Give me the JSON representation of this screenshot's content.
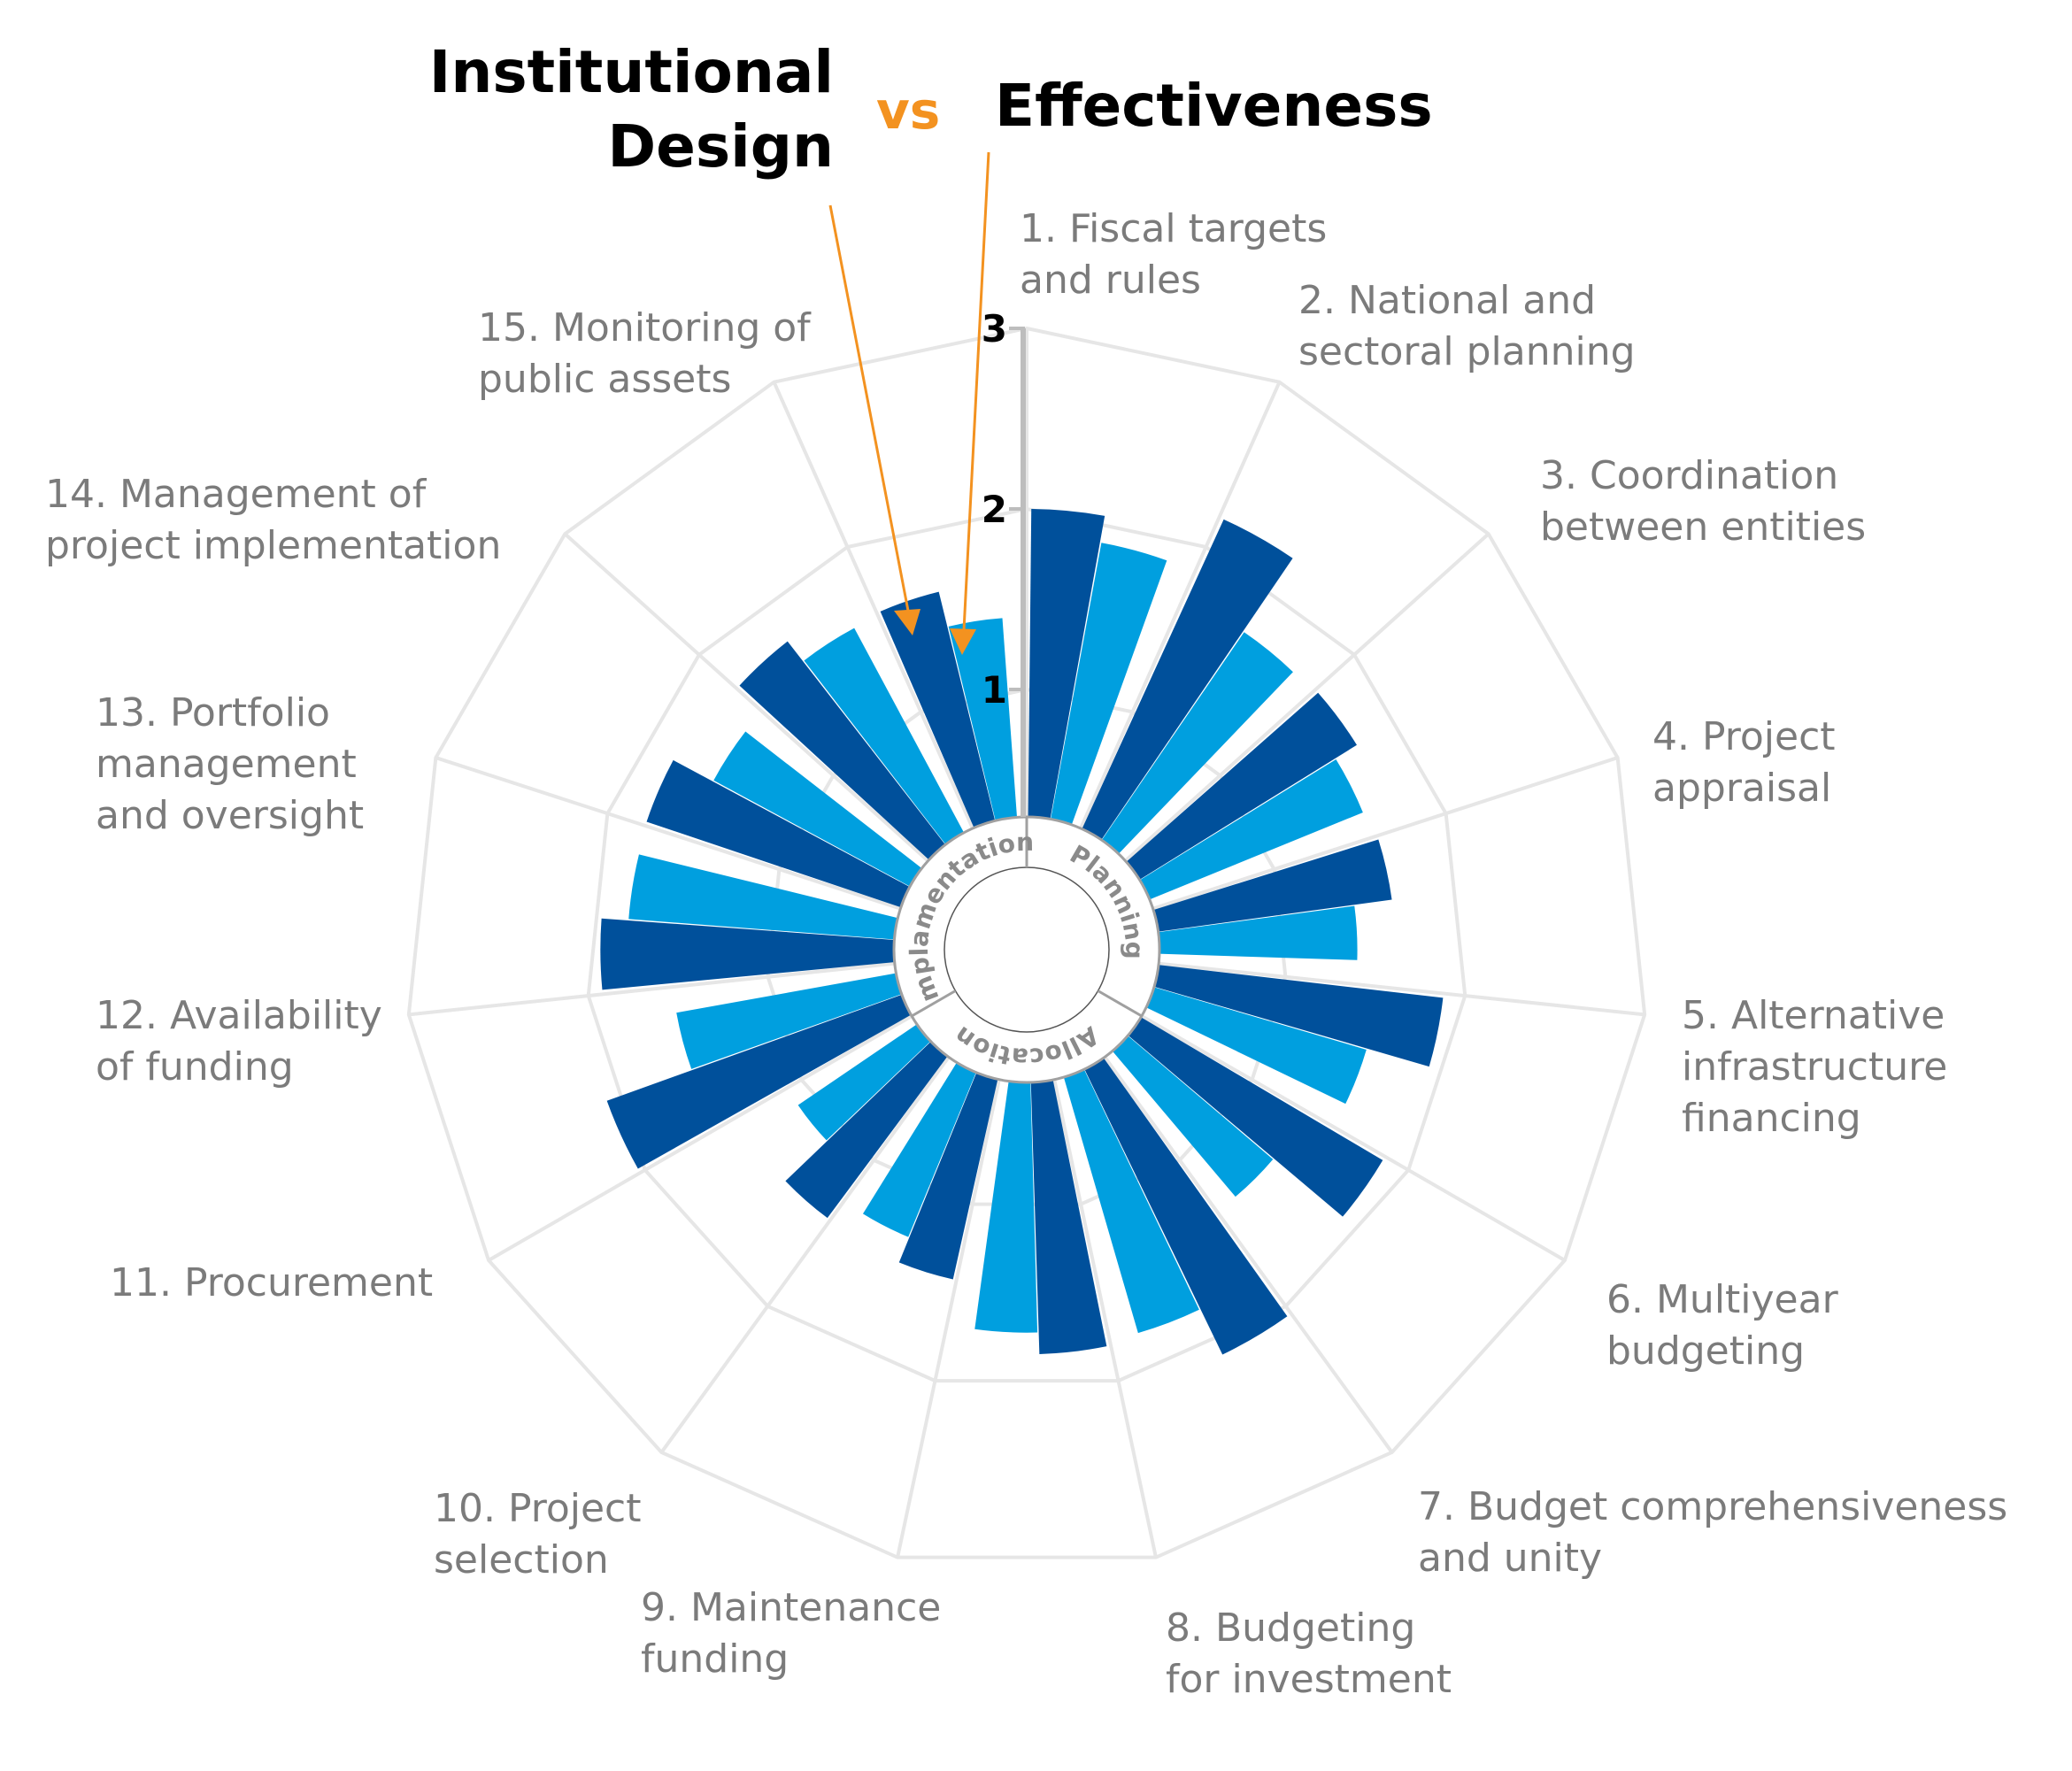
{
  "chart_data": {
    "type": "bar",
    "subtype": "radial",
    "title": {
      "left_line1": "Institutional",
      "left_line2": "Design",
      "vs": "vs",
      "right": "Effectiveness"
    },
    "categories": [
      [
        "1. Fiscal targets",
        "and rules"
      ],
      [
        "2. National and",
        "sectoral planning"
      ],
      [
        "3. Coordination",
        "between entities"
      ],
      [
        "4. Project",
        "appraisal"
      ],
      [
        "5. Alternative",
        "infrastructure",
        "financing"
      ],
      [
        "6. Multiyear",
        "budgeting"
      ],
      [
        "7. Budget comprehensiveness",
        "and unity"
      ],
      [
        "8. Budgeting",
        "for investment"
      ],
      [
        "9. Maintenance",
        "funding"
      ],
      [
        "10. Project",
        "selection"
      ],
      [
        "11. Procurement"
      ],
      [
        "12. Availability",
        "of funding"
      ],
      [
        "13. Portfolio",
        "management",
        "and oversight"
      ],
      [
        "14. Management of",
        "project implementation"
      ],
      [
        "15. Monitoring of",
        "public assets"
      ]
    ],
    "groups": [
      {
        "name": "Planning",
        "categories": [
          1,
          2,
          3,
          4,
          5
        ]
      },
      {
        "name": "Allocation",
        "categories": [
          6,
          7,
          8,
          9,
          10
        ]
      },
      {
        "name": "Implamentation",
        "categories": [
          11,
          12,
          13,
          14,
          15
        ]
      }
    ],
    "series": [
      {
        "name": "Institutional Design",
        "color": "#00509b",
        "values": [
          2.0,
          2.18,
          1.71,
          1.6,
          1.88,
          1.85,
          2.05,
          1.8,
          1.43,
          1.41,
          2.03,
          1.92,
          1.78,
          1.72,
          1.6
        ]
      },
      {
        "name": "Effectiveness",
        "color": "#009fdf",
        "values": [
          1.85,
          1.69,
          1.57,
          1.39,
          1.52,
          1.35,
          1.77,
          1.68,
          1.28,
          1.09,
          1.53,
          1.77,
          1.53,
          1.58,
          1.4
        ]
      }
    ],
    "ticks": [
      "1",
      "2",
      "3"
    ],
    "rlim": [
      0,
      3
    ],
    "grid": true,
    "annotation_color": "#f39220"
  }
}
